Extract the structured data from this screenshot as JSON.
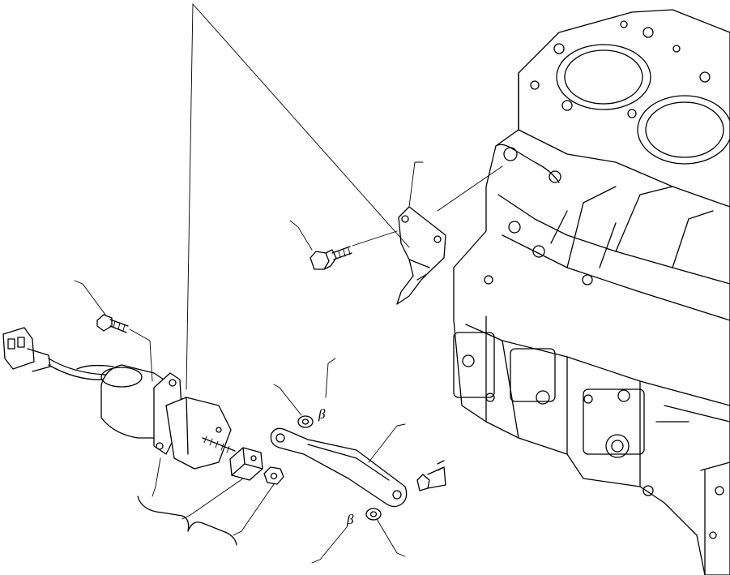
{
  "diagram": {
    "type": "exploded-parts-view",
    "line_color": "#000000",
    "background": "#ffffff",
    "labels": {
      "washer_upper": "β",
      "washer_lower": "β"
    }
  }
}
